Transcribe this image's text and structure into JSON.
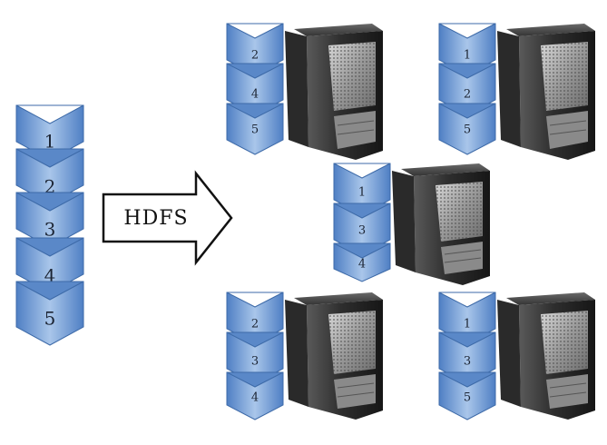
{
  "source_file": {
    "blocks": [
      "1",
      "2",
      "3",
      "4",
      "5"
    ]
  },
  "arrow": {
    "label": "HDFS"
  },
  "nodes": [
    {
      "blocks": [
        "2",
        "4",
        "5"
      ]
    },
    {
      "blocks": [
        "1",
        "2",
        "5"
      ]
    },
    {
      "blocks": [
        "1",
        "3",
        "4"
      ]
    },
    {
      "blocks": [
        "2",
        "3",
        "4"
      ]
    },
    {
      "blocks": [
        "1",
        "3",
        "5"
      ]
    }
  ],
  "colors": {
    "block_fill_light": "#a9c6ea",
    "block_fill_dark": "#4f7fc4",
    "block_stroke": "#3d6aa8",
    "server_body": "#2b2b2b",
    "server_face": "#9a9a9a"
  }
}
